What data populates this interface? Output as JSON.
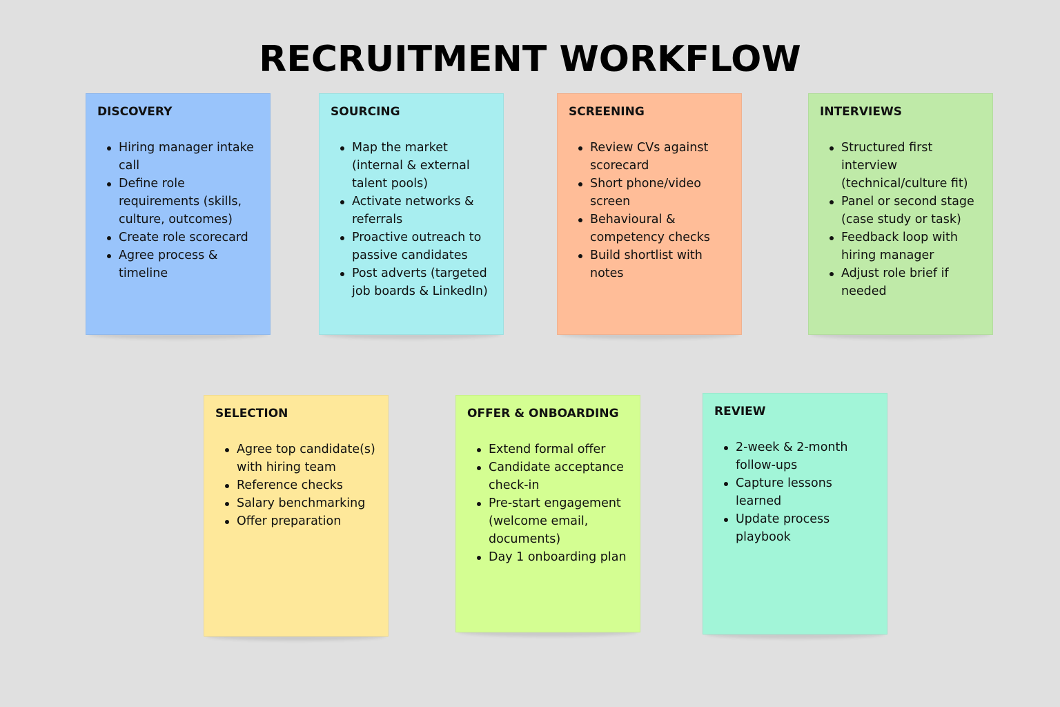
{
  "title": "RECRUITMENT WORKFLOW",
  "stages": {
    "discovery": {
      "title": "DISCOVERY",
      "color": "#99c4fb",
      "items": [
        "Hiring manager intake call",
        "Define role requirements (skills, culture, outcomes)",
        "Create role scorecard",
        "Agree process & timeline"
      ]
    },
    "sourcing": {
      "title": "SOURCING",
      "color": "#a8eef0",
      "items": [
        "Map the market (internal & external talent pools)",
        "Activate networks & referrals",
        "Proactive outreach to passive candidates",
        "Post adverts (targeted job boards & LinkedIn)"
      ]
    },
    "screening": {
      "title": "SCREENING",
      "color": "#ffbd98",
      "items": [
        "Review CVs against scorecard",
        "Short phone/video screen",
        "Behavioural & competency checks",
        "Build shortlist with notes"
      ]
    },
    "interviews": {
      "title": "INTERVIEWS",
      "color": "#bfeaa8",
      "items": [
        "Structured first interview (technical/culture fit)",
        "Panel or second stage (case study or task)",
        "Feedback loop with hiring manager",
        "Adjust role brief if needed"
      ]
    },
    "selection": {
      "title": "SELECTION",
      "color": "#fee89a",
      "items": [
        "Agree top candidate(s) with hiring team",
        "Reference checks",
        "Salary benchmarking",
        "Offer preparation"
      ]
    },
    "offer": {
      "title": "OFFER & ONBOARDING",
      "color": "#d4fe92",
      "items": [
        "Extend formal offer",
        "Candidate acceptance check-in",
        "Pre-start engagement (welcome email, documents)",
        "Day 1 onboarding plan"
      ]
    },
    "review": {
      "title": "REVIEW",
      "color": "#a2f5d8",
      "items": [
        "2-week & 2-month follow-ups",
        "Capture lessons learned",
        "Update process playbook"
      ]
    }
  }
}
